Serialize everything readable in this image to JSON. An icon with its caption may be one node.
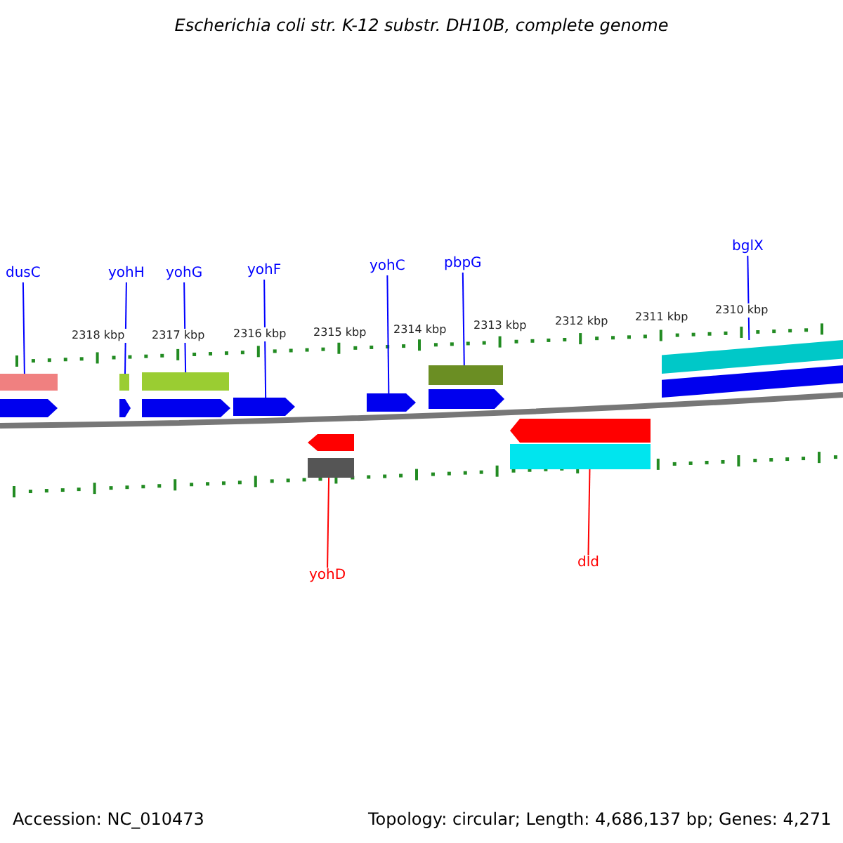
{
  "diagram": {
    "title": "Escherichia coli str. K-12 substr. DH10B, complete genome",
    "nodes": [
      {
        "text": [
          "dusC"
        ]
      },
      {
        "text": [
          "yohH"
        ]
      },
      {
        "text": [
          "yohG"
        ]
      },
      {
        "text": [
          "yohF"
        ]
      },
      {
        "text": [
          "yohC"
        ]
      },
      {
        "text": [
          "pbpG"
        ]
      },
      {
        "text": [
          "bglX"
        ]
      },
      {
        "text": [
          "yohD"
        ]
      },
      {
        "text": [
          "dld"
        ]
      },
      {
        "text": [],
        "shape": "bar"
      },
      {
        "text": [],
        "shape": "bar"
      },
      {
        "text": [],
        "shape": "bar"
      },
      {
        "text": [],
        "shape": "bar"
      },
      {
        "text": [],
        "shape": "bar"
      },
      {
        "text": [],
        "shape": "bar"
      },
      {
        "text": [],
        "shape": "bar"
      },
      {
        "text": [],
        "shape": "bar"
      },
      {
        "text": [],
        "shape": "bar"
      },
      {
        "text": [],
        "shape": "bar"
      },
      {
        "text": [],
        "shape": "bar"
      },
      {
        "text": [],
        "shape": "bar"
      },
      {
        "text": [],
        "shape": "bar"
      },
      {
        "text": [],
        "shape": "bar"
      },
      {
        "text": [],
        "shape": "bar"
      },
      {
        "text": [],
        "shape": "bar"
      }
    ],
    "edges": [
      {
        "from": 0,
        "to": 18,
        "arrow": "none"
      },
      {
        "from": 1,
        "to": 19,
        "arrow": "none"
      },
      {
        "from": 2,
        "to": 20,
        "arrow": "none"
      },
      {
        "from": 3,
        "to": 12,
        "arrow": "none"
      },
      {
        "from": 4,
        "to": 13,
        "arrow": "none"
      },
      {
        "from": 5,
        "to": 21,
        "arrow": "none"
      },
      {
        "from": 6,
        "to": 24,
        "arrow": "none"
      },
      {
        "from": 7,
        "to": 22,
        "arrow": "none",
        "color": "#ff0000"
      },
      {
        "from": 8,
        "to": 23,
        "arrow": "none",
        "color": "#ff0000"
      }
    ],
    "labels": [
      "2318 kbp",
      "2317 kbp",
      "2316 kbp",
      "2315 kbp",
      "2314 kbp",
      "2313 kbp",
      "2312 kbp",
      "2311 kbp",
      "2310 kbp",
      "Accession: NC_010473",
      "Topology: circular; Length: 4,686,137 bp; Genes: 4,271"
    ]
  }
}
